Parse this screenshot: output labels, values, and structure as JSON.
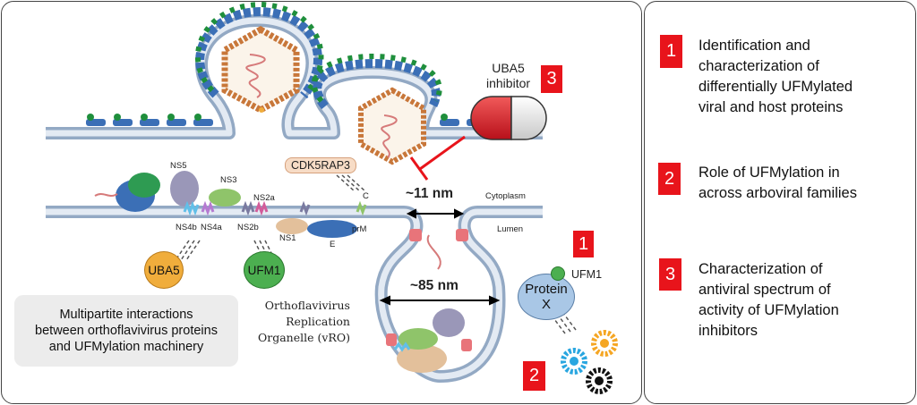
{
  "left_panel": {
    "uba5_inhibitor_label_line1": "UBA5",
    "uba5_inhibitor_label_line2": "inhibitor",
    "badge_inhibitor": "3",
    "cdk5rap3": "CDK5RAP3",
    "ns5": "NS5",
    "ns3": "NS3",
    "ns2a": "NS2a",
    "c": "C",
    "ns4b": "NS4b",
    "ns4a": "NS4a",
    "ns2b": "NS2b",
    "ns1": "NS1",
    "e": "E",
    "prm": "prM",
    "cytoplasm": "Cytoplasm",
    "lumen": "Lumen",
    "neck_size": "~11 nm",
    "vro_size": "~85 nm",
    "uba5_protein": "UBA5",
    "ufm1_protein": "UFM1",
    "info_line1": "Multipartite interactions",
    "info_line2": "between orthoflavivirus proteins",
    "info_line3": "and UFMylation machinery",
    "vro_line1": "Orthoflavivirus",
    "vro_line2": "Replication",
    "vro_line3": "Organelle (vRO)",
    "badge_protein": "1",
    "protein_x_line1": "Protein",
    "protein_x_line2": "X",
    "ufm1_tag": "UFM1",
    "badge_viruses": "2"
  },
  "right_panel": {
    "items": [
      {
        "num": "1",
        "line1": "Identification and",
        "line2": "characterization of",
        "line3": "differentially UFMylated",
        "line4": "viral and host proteins"
      },
      {
        "num": "2",
        "line1": "Role of UFMylation in",
        "line2": "across arboviral families"
      },
      {
        "num": "3",
        "line1": "Characterization of",
        "line2": "antiviral spectrum of",
        "line3": "activity of UFMylation",
        "line4": "inhibitors"
      }
    ]
  },
  "colors": {
    "badge_red": "#e8141b",
    "membrane": "#c9d5e4",
    "uba5_orange": "#f0ad3c",
    "ufm1_green": "#4caf50",
    "protein_x_blue": "#a9c7e6",
    "glyco_blue": "#3b6fb6",
    "glyco_green": "#1f8f3c",
    "capsid_orange": "#c8773a"
  }
}
